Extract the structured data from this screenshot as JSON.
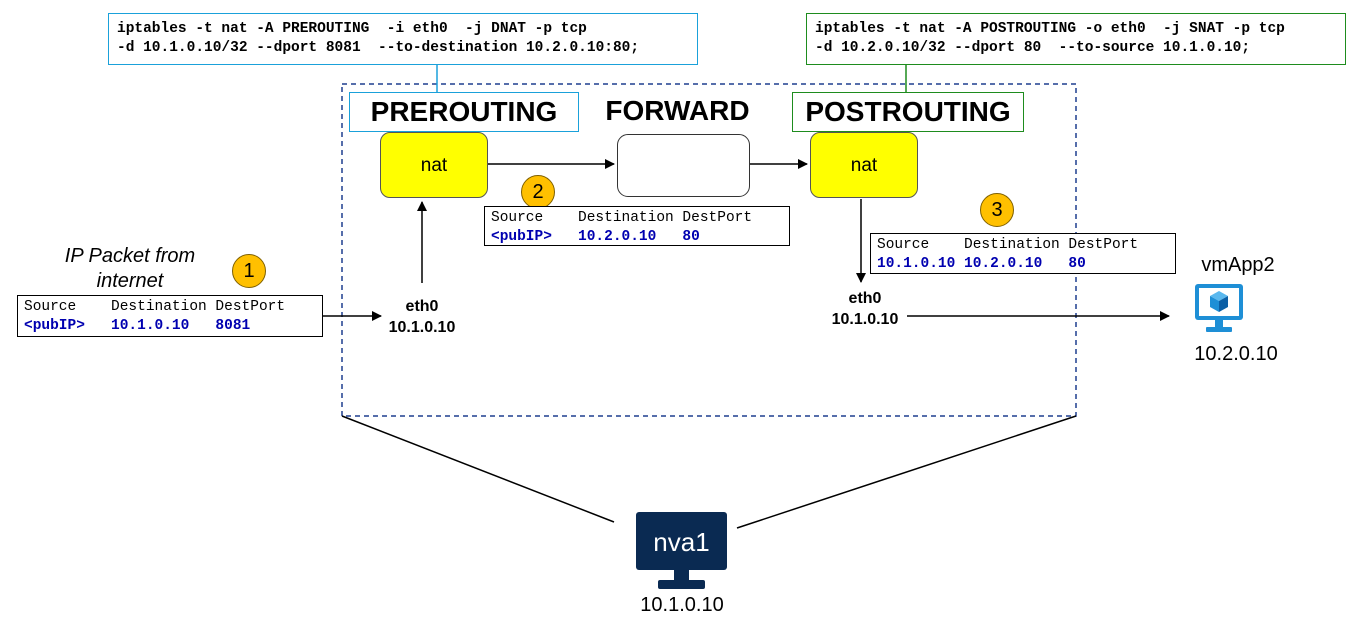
{
  "commands": {
    "prerouting": {
      "line1": "iptables -t nat -A PREROUTING  -i eth0  -j DNAT -p tcp",
      "line2": "-d 10.1.0.10/32 --dport 8081  --to-destination 10.2.0.10:80;"
    },
    "postrouting": {
      "line1": "iptables -t nat -A POSTROUTING -o eth0  -j SNAT -p tcp",
      "line2": "-d 10.2.0.10/32 --dport 80  --to-source 10.1.0.10;"
    }
  },
  "chains": {
    "prerouting": "PREROUTING",
    "forward": "FORWARD",
    "postrouting": "POSTROUTING"
  },
  "tables": {
    "prerouting_table": "nat",
    "postrouting_table": "nat"
  },
  "steps": {
    "one": "1",
    "two": "2",
    "three": "3"
  },
  "incoming": {
    "caption_line1": "IP Packet from",
    "caption_line2": "internet"
  },
  "packets": {
    "header": "Source    Destination DestPort",
    "step1": "<pubIP>   10.1.0.10   8081",
    "step2": "<pubIP>   10.2.0.10   80",
    "step3": "10.1.0.10 10.2.0.10   80"
  },
  "interfaces": {
    "in": {
      "name": "eth0",
      "ip": "10.1.0.10"
    },
    "out": {
      "name": "eth0",
      "ip": "10.1.0.10"
    }
  },
  "vmapp2": {
    "label": "vmApp2",
    "ip": "10.2.0.10",
    "icon": "vm-cube-monitor-icon"
  },
  "nva1": {
    "label": "nva1",
    "ip": "10.1.0.10",
    "icon": "monitor-icon"
  },
  "colors": {
    "prerouting_border": "#1aa1da",
    "postrouting_border": "#1e8c1e",
    "nat_table": "#ffff00",
    "step_badge": "#ffc000",
    "packet_values": "#0000b0",
    "nva_monitor": "#0a2a52",
    "vm_monitor": "#1e8fd6",
    "boundary": "#1f3f8f"
  }
}
